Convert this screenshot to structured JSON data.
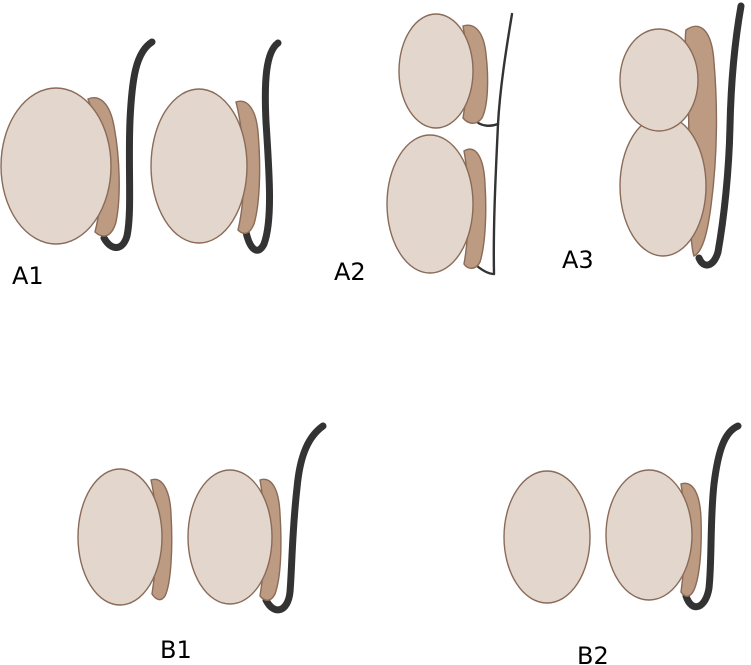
{
  "diagram": {
    "labels": {
      "a1": "A1",
      "a2": "A2",
      "a3": "A3",
      "b1": "B1",
      "b2": "B2"
    },
    "colors": {
      "testis_fill": "#e3d6cc",
      "epididymis_fill": "#bc9b82",
      "outline": "#8a6b58",
      "duct": "#333333"
    }
  }
}
